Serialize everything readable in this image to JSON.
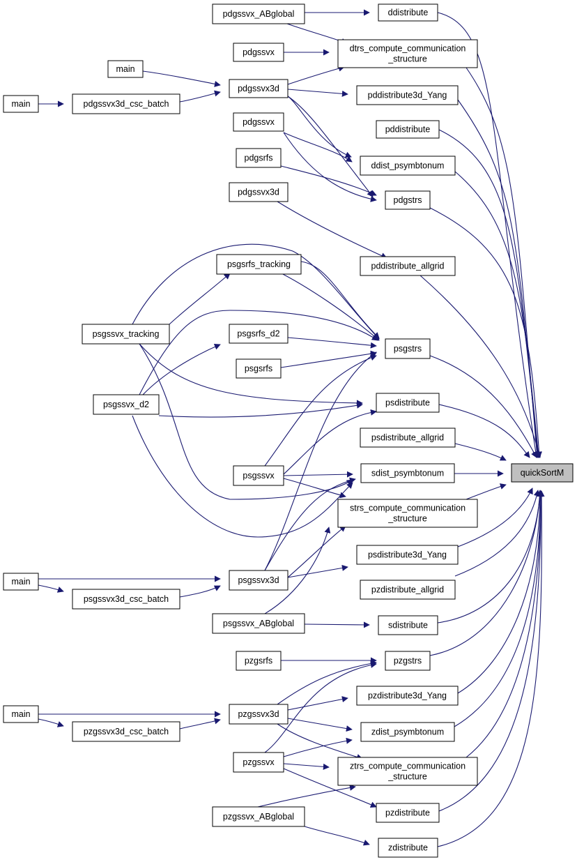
{
  "graph": {
    "colors": {
      "edge": "#191970",
      "node_border": "#000000",
      "root_fill": "#bfbfbf",
      "node_fill": "#ffffff"
    },
    "nodes": [
      {
        "id": "n_pdgssvx_ABglobal",
        "lines": [
          "pdgssvx_ABglobal"
        ]
      },
      {
        "id": "n_ddistribute",
        "lines": [
          "ddistribute"
        ]
      },
      {
        "id": "n_pdgssvx_a",
        "lines": [
          "pdgssvx"
        ]
      },
      {
        "id": "n_dtrs",
        "lines": [
          "dtrs_compute_communication",
          "_structure"
        ]
      },
      {
        "id": "n_main_1",
        "lines": [
          "main"
        ]
      },
      {
        "id": "n_pdgssvx3d",
        "lines": [
          "pdgssvx3d"
        ]
      },
      {
        "id": "n_main_2",
        "lines": [
          "main"
        ]
      },
      {
        "id": "n_pdgssvx3d_csc",
        "lines": [
          "pdgssvx3d_csc_batch"
        ]
      },
      {
        "id": "n_pddist3d_yang",
        "lines": [
          "pddistribute3d_Yang"
        ]
      },
      {
        "id": "n_pddistribute",
        "lines": [
          "pddistribute"
        ]
      },
      {
        "id": "n_pdgssvx_b",
        "lines": [
          "pdgssvx"
        ]
      },
      {
        "id": "n_ddist_psym",
        "lines": [
          "ddist_psymbtonum"
        ]
      },
      {
        "id": "n_pdgsrfs",
        "lines": [
          "pdgsrfs"
        ]
      },
      {
        "id": "n_pdgssvx3d_b",
        "lines": [
          "pdgssvx3d"
        ]
      },
      {
        "id": "n_pdgstrs",
        "lines": [
          "pdgstrs"
        ]
      },
      {
        "id": "n_pddist_allgrid",
        "lines": [
          "pddistribute_allgrid"
        ]
      },
      {
        "id": "n_psgsrfs_tracking",
        "lines": [
          "psgsrfs_tracking"
        ]
      },
      {
        "id": "n_psgssvx_tracking",
        "lines": [
          "psgssvx_tracking"
        ]
      },
      {
        "id": "n_psgsrfs_d2",
        "lines": [
          "psgsrfs_d2"
        ]
      },
      {
        "id": "n_psgstrs",
        "lines": [
          "psgstrs"
        ]
      },
      {
        "id": "n_psgsrfs",
        "lines": [
          "psgsrfs"
        ]
      },
      {
        "id": "n_psgssvx_d2",
        "lines": [
          "psgssvx_d2"
        ]
      },
      {
        "id": "n_psdistribute",
        "lines": [
          "psdistribute"
        ]
      },
      {
        "id": "n_psdist_allgrid",
        "lines": [
          "psdistribute_allgrid"
        ]
      },
      {
        "id": "n_psgssvx",
        "lines": [
          "psgssvx"
        ]
      },
      {
        "id": "n_sdist_psym",
        "lines": [
          "sdist_psymbtonum"
        ]
      },
      {
        "id": "n_quicksort",
        "lines": [
          "quickSortM"
        ],
        "root": true
      },
      {
        "id": "n_strs",
        "lines": [
          "strs_compute_communication",
          "_structure"
        ]
      },
      {
        "id": "n_psdist3d_yang",
        "lines": [
          "psdistribute3d_Yang"
        ]
      },
      {
        "id": "n_main_3",
        "lines": [
          "main"
        ]
      },
      {
        "id": "n_psgssvx3d",
        "lines": [
          "psgssvx3d"
        ]
      },
      {
        "id": "n_pzdist_allgrid",
        "lines": [
          "pzdistribute_allgrid"
        ]
      },
      {
        "id": "n_psgssvx3d_csc",
        "lines": [
          "psgssvx3d_csc_batch"
        ]
      },
      {
        "id": "n_psgssvx_ABglobal",
        "lines": [
          "psgssvx_ABglobal"
        ]
      },
      {
        "id": "n_sdistribute",
        "lines": [
          "sdistribute"
        ]
      },
      {
        "id": "n_pzgsrfs",
        "lines": [
          "pzgsrfs"
        ]
      },
      {
        "id": "n_pzgstrs",
        "lines": [
          "pzgstrs"
        ]
      },
      {
        "id": "n_pzdist3d_yang",
        "lines": [
          "pzdistribute3d_Yang"
        ]
      },
      {
        "id": "n_main_4",
        "lines": [
          "main"
        ]
      },
      {
        "id": "n_pzgssvx3d",
        "lines": [
          "pzgssvx3d"
        ]
      },
      {
        "id": "n_pzgssvx3d_csc",
        "lines": [
          "pzgssvx3d_csc_batch"
        ]
      },
      {
        "id": "n_zdist_psym",
        "lines": [
          "zdist_psymbtonum"
        ]
      },
      {
        "id": "n_pzgssvx",
        "lines": [
          "pzgssvx"
        ]
      },
      {
        "id": "n_ztrs",
        "lines": [
          "ztrs_compute_communication",
          "_structure"
        ]
      },
      {
        "id": "n_pzgssvx_ABglobal",
        "lines": [
          "pzgssvx_ABglobal"
        ]
      },
      {
        "id": "n_pzdistribute",
        "lines": [
          "pzdistribute"
        ]
      },
      {
        "id": "n_zdistribute",
        "lines": [
          "zdistribute"
        ]
      }
    ]
  }
}
